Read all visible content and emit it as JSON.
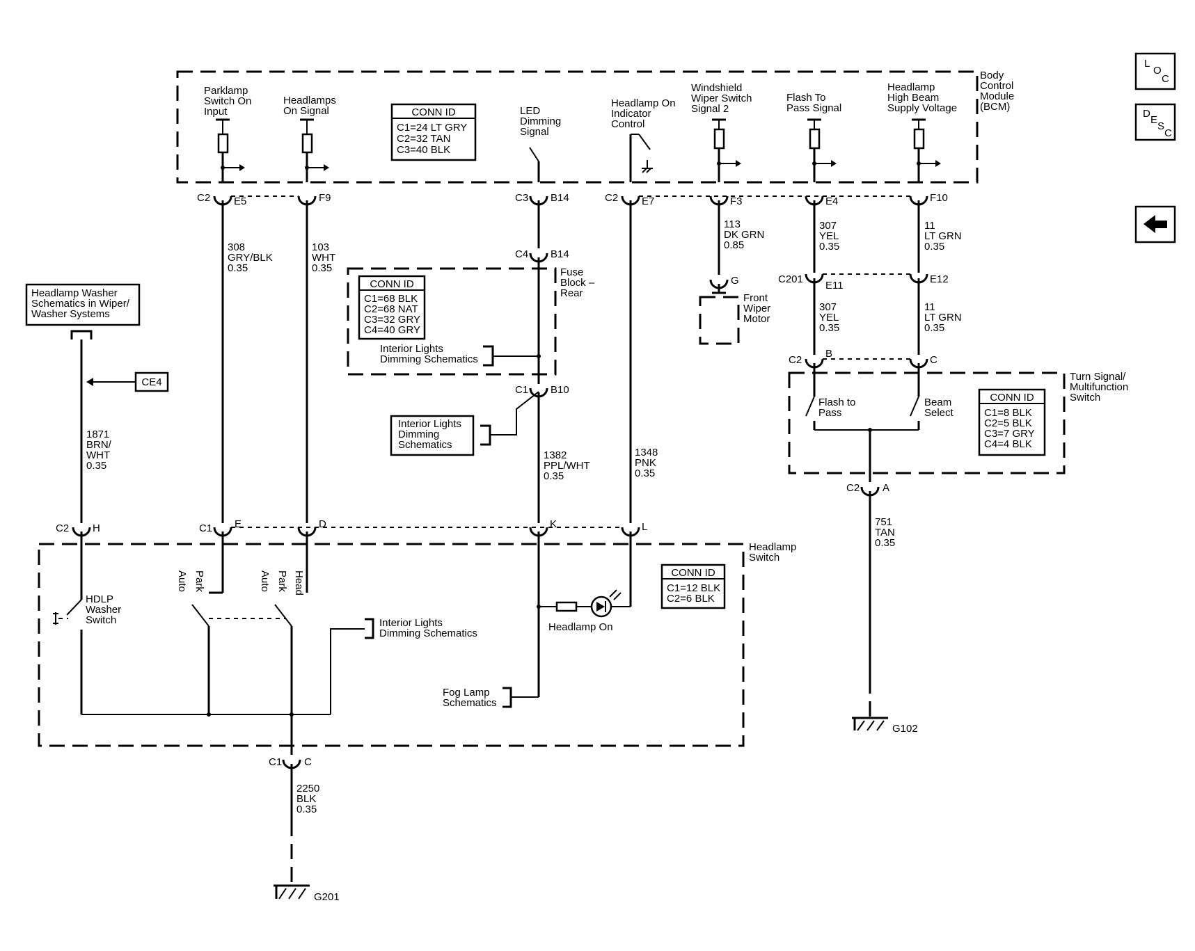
{
  "nav": {
    "loc": [
      "L",
      "O",
      "C"
    ],
    "desc": [
      "D",
      "E",
      "S",
      "C"
    ],
    "back_icon": "left-arrow-icon"
  },
  "modules": {
    "bcm": [
      "Body",
      "Control",
      "Module",
      "(BCM)"
    ],
    "fuse_block": [
      "Fuse",
      "Block –",
      "Rear"
    ],
    "headlamp_switch": [
      "Headlamp",
      "Switch"
    ],
    "turn_signal": [
      "Turn Signal/",
      "Multifunction",
      "Switch"
    ]
  },
  "bcm_signals": {
    "parklamp": [
      "Parklamp",
      "Switch On",
      "Input"
    ],
    "headlamps_on": [
      "Headlamps",
      "On Signal"
    ],
    "led_dimming": [
      "LED",
      "Dimming",
      "Signal"
    ],
    "indicator": [
      "Headlamp On",
      "Indicator",
      "Control"
    ],
    "wiper": [
      "Windshield",
      "Wiper Switch",
      "Signal 2"
    ],
    "flash": [
      "Flash To",
      "Pass Signal"
    ],
    "high_beam": [
      "Headlamp",
      "High Beam",
      "Supply Voltage"
    ]
  },
  "conn_tables": {
    "bcm": {
      "title": "CONN ID",
      "rows": [
        "C1=24 LT GRY",
        "C2=32 TAN",
        "C3=40 BLK"
      ]
    },
    "fuse": {
      "title": "CONN ID",
      "rows": [
        "C1=68 BLK",
        "C2=68 NAT",
        "C3=32 GRY",
        "C4=40 GRY"
      ]
    },
    "turn": {
      "title": "CONN ID",
      "rows": [
        "C1=8 BLK",
        "C2=5 BLK",
        "C3=7 GRY",
        "C4=4 BLK"
      ]
    },
    "hsw": {
      "title": "CONN ID",
      "rows": [
        "C1=12 BLK",
        "C2=6 BLK"
      ]
    }
  },
  "connectors": {
    "c2_e5": [
      "C2",
      "E5"
    ],
    "f9": "F9",
    "c3_b14": [
      "C3",
      "B14"
    ],
    "c2_e7": [
      "C2",
      "E7"
    ],
    "f3": "F3",
    "e4": "E4",
    "f10": "F10",
    "c4_b14": [
      "C4",
      "B14"
    ],
    "c1_b10": [
      "C1",
      "B10"
    ],
    "g": "G",
    "c201_e11": [
      "C201",
      "E11"
    ],
    "e12": "E12",
    "c2_b": [
      "C2",
      "B"
    ],
    "c": "C",
    "c2_a": [
      "C2",
      "A"
    ],
    "c2_h": [
      "C2",
      "H"
    ],
    "c1_e": [
      "C1",
      "E"
    ],
    "d": "D",
    "k": "K",
    "l": "L",
    "c1_c": [
      "C1",
      "C"
    ]
  },
  "wires": {
    "w308": [
      "308",
      "GRY/BLK",
      "0.35"
    ],
    "w103": [
      "103",
      "WHT",
      "0.35"
    ],
    "w113": [
      "113",
      "DK GRN",
      "0.85"
    ],
    "w307a": [
      "307",
      "YEL",
      "0.35"
    ],
    "w11a": [
      "11",
      "LT GRN",
      "0.35"
    ],
    "w307b": [
      "307",
      "YEL",
      "0.35"
    ],
    "w11b": [
      "11",
      "LT GRN",
      "0.35"
    ],
    "w1871": [
      "1871",
      "BRN/",
      "WHT",
      "0.35"
    ],
    "w1382": [
      "1382",
      "PPL/WHT",
      "0.35"
    ],
    "w1348": [
      "1348",
      "PNK",
      "0.35"
    ],
    "w751": [
      "751",
      "TAN",
      "0.35"
    ],
    "w2250": [
      "2250",
      "BLK",
      "0.35"
    ]
  },
  "refs": {
    "washer": [
      "Headlamp Washer",
      "Schematics in Wiper/",
      "Washer Systems"
    ],
    "ce4": "CE4",
    "interior_fuse": [
      "Interior Lights",
      "Dimming Schematics"
    ],
    "interior_left": [
      "Interior Lights",
      "Dimming",
      "Schematics"
    ],
    "interior_switch": [
      "Interior Lights",
      "Dimming Schematics"
    ],
    "fog": [
      "Fog Lamp",
      "Schematics"
    ]
  },
  "components": {
    "front_wiper": [
      "Front",
      "Wiper",
      "Motor"
    ],
    "flash_to_pass": [
      "Flash to",
      "Pass"
    ],
    "beam_select": [
      "Beam",
      "Select"
    ],
    "hdlp_washer": [
      "HDLP",
      "Washer",
      "Switch"
    ],
    "headlamp_on": "Headlamp On",
    "sw_auto1": "Auto",
    "sw_park1": "Park",
    "sw_auto2": "Auto",
    "sw_park2": "Park",
    "sw_head": "Head"
  },
  "grounds": {
    "g102": "G102",
    "g201": "G201"
  }
}
